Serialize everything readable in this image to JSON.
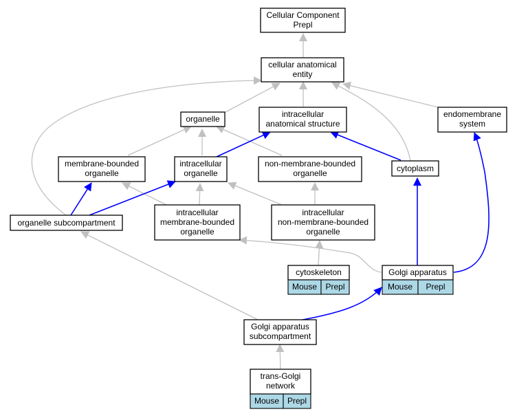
{
  "colors": {
    "grey_edge": "#c0c0c0",
    "blue_edge": "#0000ff",
    "annotation_fill": "#add8e6"
  },
  "nodes": {
    "cc_root": {
      "lines": [
        "Cellular Component",
        "Prepl"
      ]
    },
    "cae": {
      "lines": [
        "cellular anatomical",
        "entity"
      ]
    },
    "organelle": {
      "lines": [
        "organelle"
      ]
    },
    "ias": {
      "lines": [
        "intracellular",
        "anatomical structure"
      ]
    },
    "endo": {
      "lines": [
        "endomembrane",
        "system"
      ]
    },
    "mbo": {
      "lines": [
        "membrane-bounded",
        "organelle"
      ]
    },
    "io": {
      "lines": [
        "intracellular",
        "organelle"
      ]
    },
    "nmbo": {
      "lines": [
        "non-membrane-bounded",
        "organelle"
      ]
    },
    "cyto": {
      "lines": [
        "cytoplasm"
      ]
    },
    "osc": {
      "lines": [
        "organelle subcompartment"
      ]
    },
    "imbo": {
      "lines": [
        "intracellular",
        "membrane-bounded",
        "organelle"
      ]
    },
    "inmbo": {
      "lines": [
        "intracellular",
        "non-membrane-bounded",
        "organelle"
      ]
    },
    "csk": {
      "lines": [
        "cytoskeleton"
      ],
      "annotations": [
        "Mouse",
        "Prepl"
      ]
    },
    "golgi": {
      "lines": [
        "Golgi apparatus"
      ],
      "annotations": [
        "Mouse",
        "Prepl"
      ]
    },
    "gasc": {
      "lines": [
        "Golgi apparatus",
        "subcompartment"
      ]
    },
    "tgn": {
      "lines": [
        "trans-Golgi",
        "network"
      ],
      "annotations": [
        "Mouse",
        "Prepl"
      ]
    }
  }
}
